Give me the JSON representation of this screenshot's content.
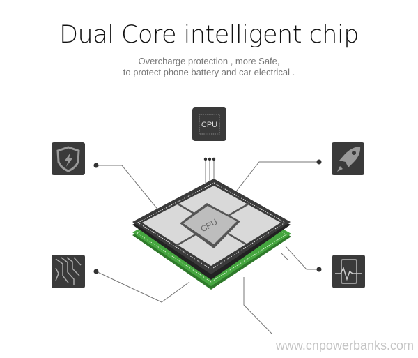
{
  "title": "Dual Core intelligent chip",
  "subtitle_lines": [
    "Overcharge protection , more Safe,",
    "to protect phone battery and car electrical ."
  ],
  "chip_label": "CPU",
  "cpu_icon_label": "CPU",
  "watermark": "www.cnpowerbanks.com",
  "colors": {
    "icon_bg": "#3a3a3a",
    "pcb_green": "#3f9a3a",
    "chip_silver": "#d8d8d8"
  }
}
